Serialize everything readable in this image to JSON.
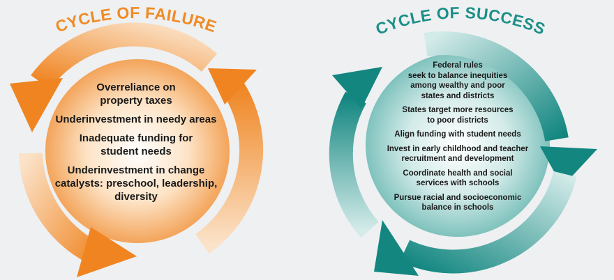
{
  "failure": {
    "title": "CYCLE OF FAILURE",
    "color": "#f08a24",
    "items": [
      [
        "Overreliance on",
        "property taxes"
      ],
      [
        "Underinvestment in needy areas"
      ],
      [
        "Inadequate funding for",
        "student needs"
      ],
      [
        "Underinvestment in change",
        "catalysts: preschool, leadership,",
        "diversity"
      ]
    ]
  },
  "success": {
    "title": "CYCLE OF SUCCESS",
    "color": "#1a8f88",
    "items": [
      [
        "Federal rules",
        "seek to balance inequities",
        "among wealthy and poor",
        "states and districts"
      ],
      [
        "States target more resources",
        "to poor districts"
      ],
      [
        "Align funding with student needs"
      ],
      [
        "Invest in early childhood and teacher",
        "recruitment and development"
      ],
      [
        "Coordinate health and social",
        "services with schools"
      ],
      [
        "Pursue racial and socioeconomic",
        "balance in schools"
      ]
    ]
  }
}
